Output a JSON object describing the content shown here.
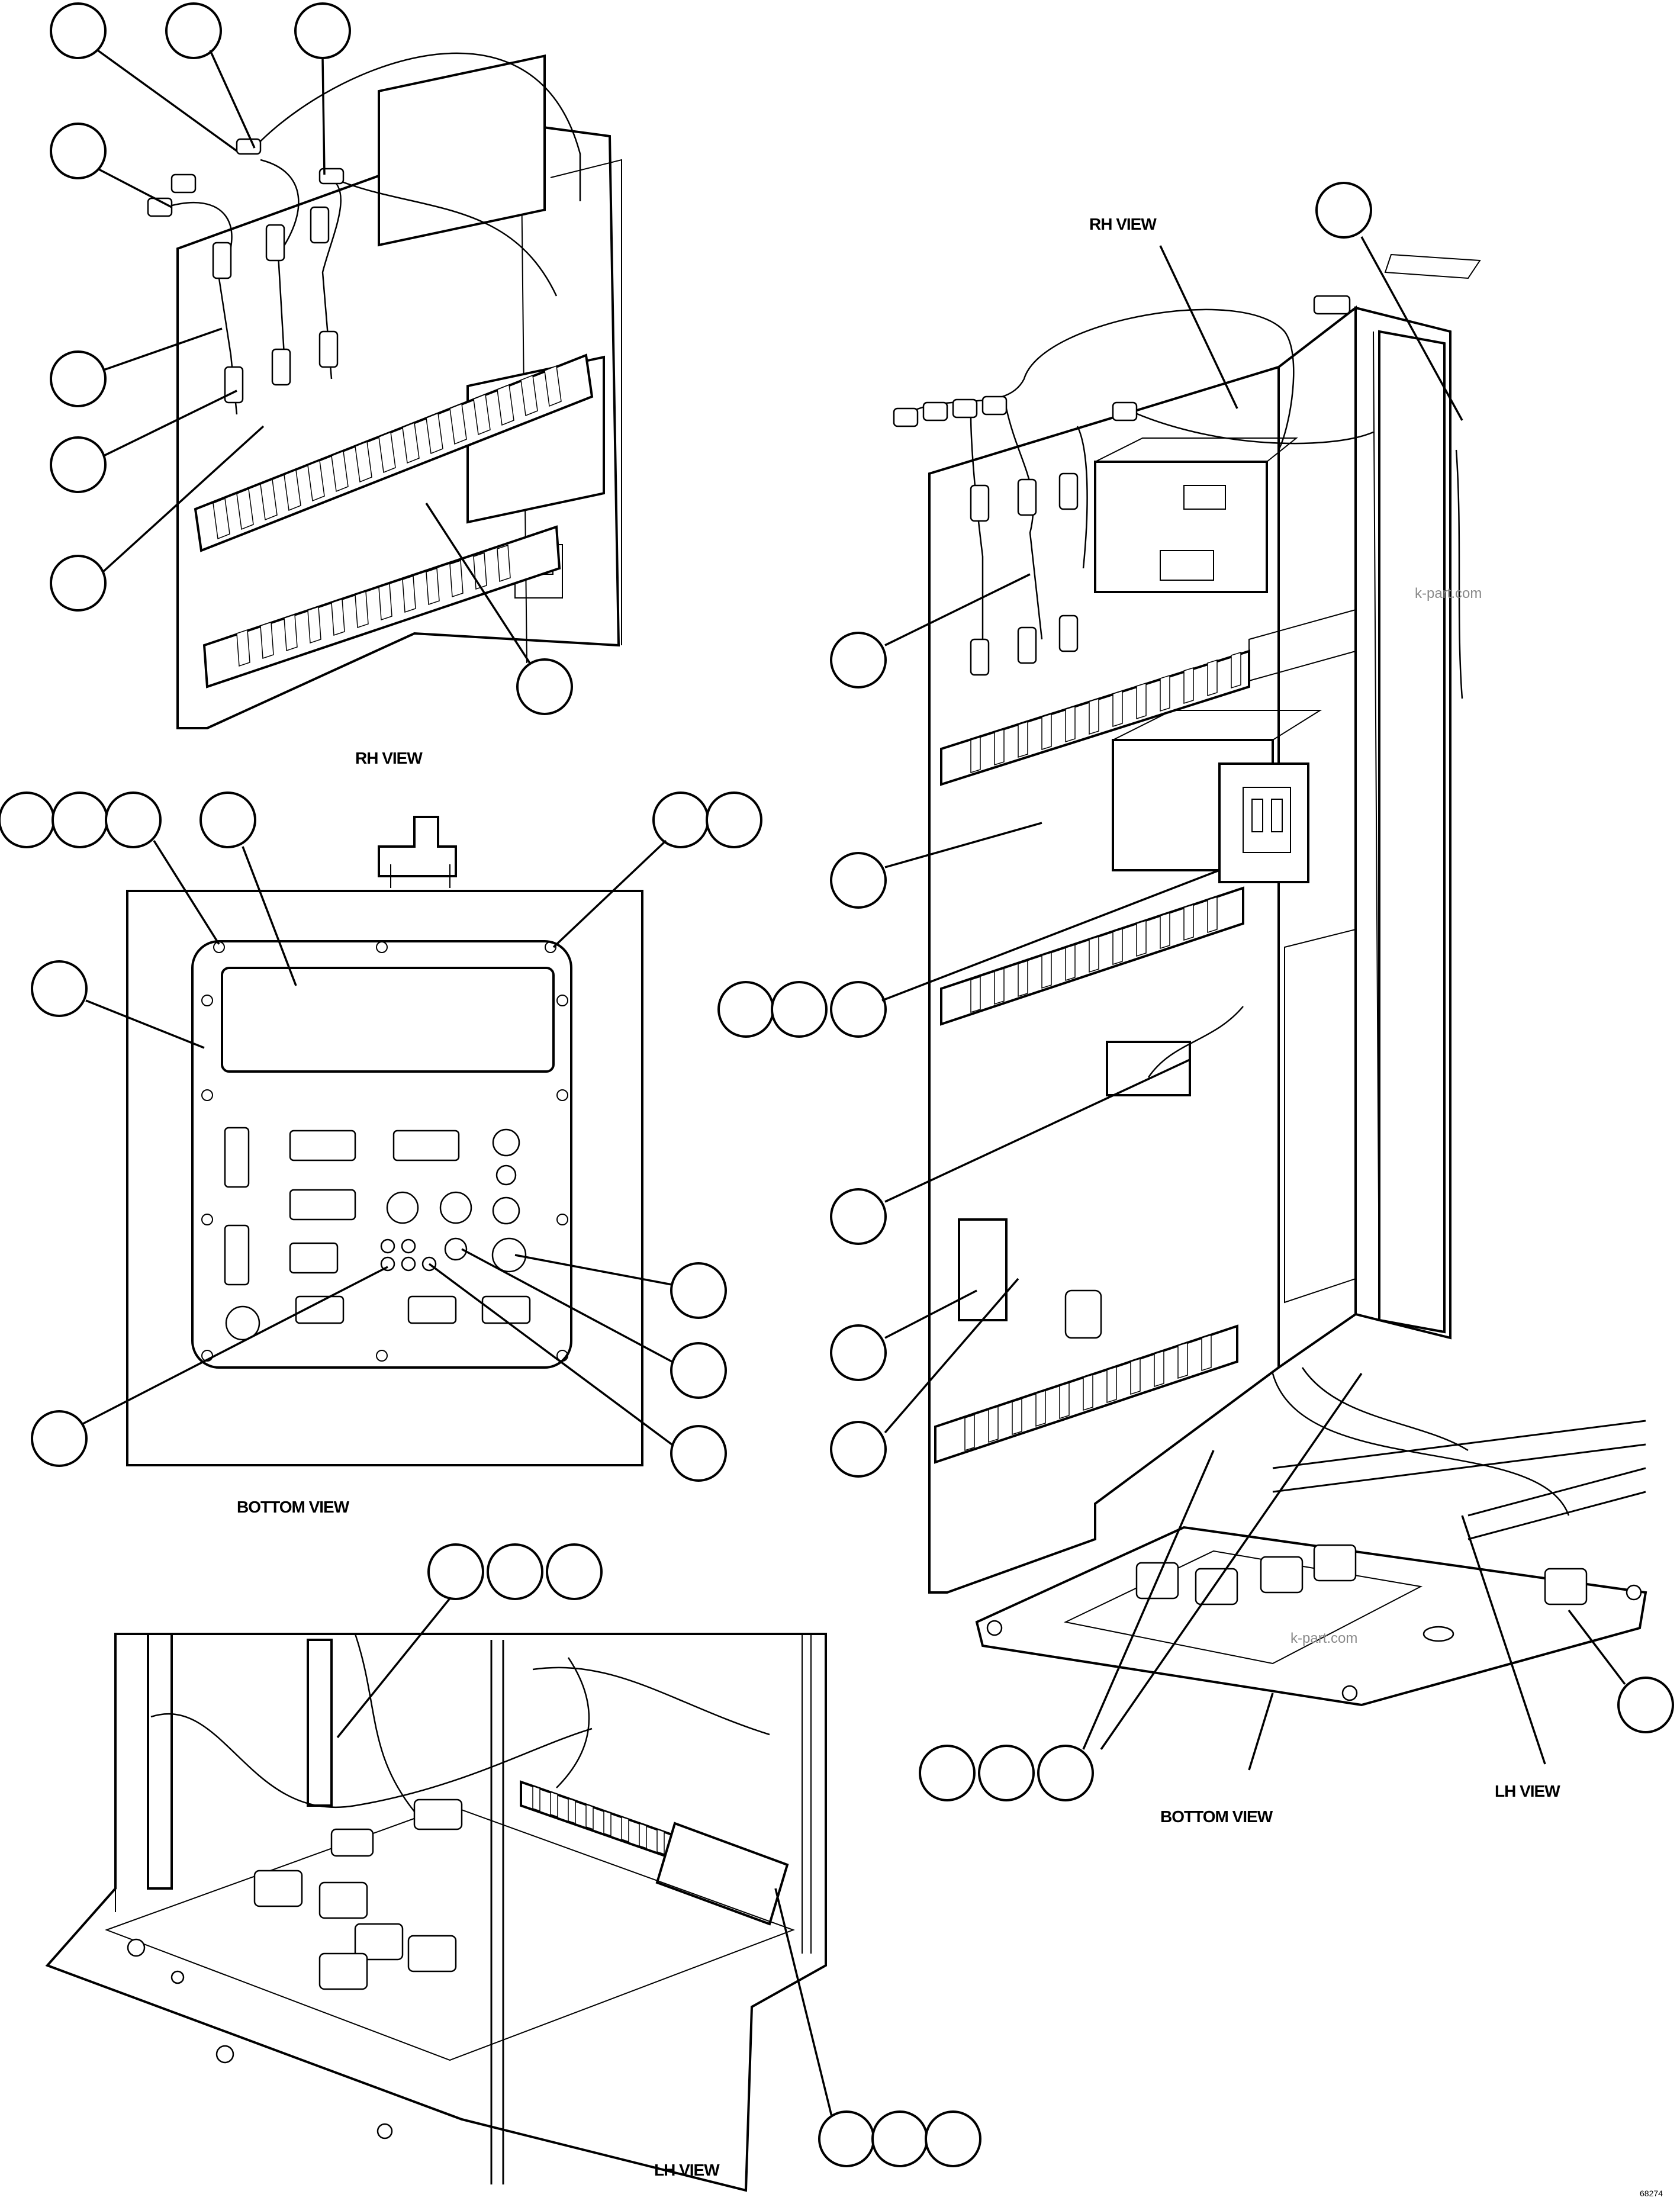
{
  "views": {
    "rh_small": "RH VIEW",
    "rh_large": "RH VIEW",
    "bottom_small": "BOTTOM VIEW",
    "bottom_large": "BOTTOM VIEW",
    "lh_small": "LH VIEW",
    "lh_large": "LH VIEW"
  },
  "watermark": "k-part.com",
  "figure_number": "68274",
  "icons": {
    "callout": "callout-balloon",
    "connector": "electrical-connector"
  }
}
